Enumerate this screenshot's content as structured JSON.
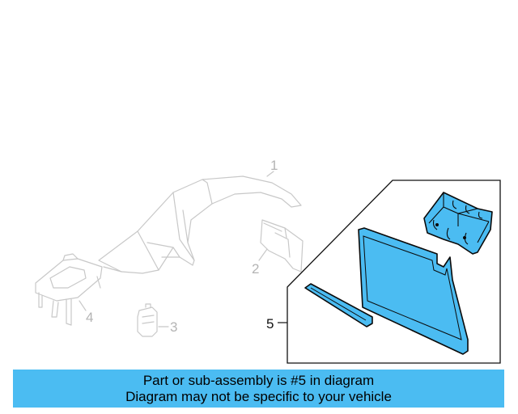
{
  "colors": {
    "highlight": "#4bbcf2",
    "ghost_line": "#c8c8c8",
    "banner_bg": "#4bbcf2"
  },
  "callouts": {
    "part1": "1",
    "part2": "2",
    "part3": "3",
    "part4": "4",
    "part5": "5"
  },
  "banner": {
    "line1": "Part or sub-assembly is #5 in diagram",
    "line2": "Diagram may not be specific to your vehicle"
  }
}
